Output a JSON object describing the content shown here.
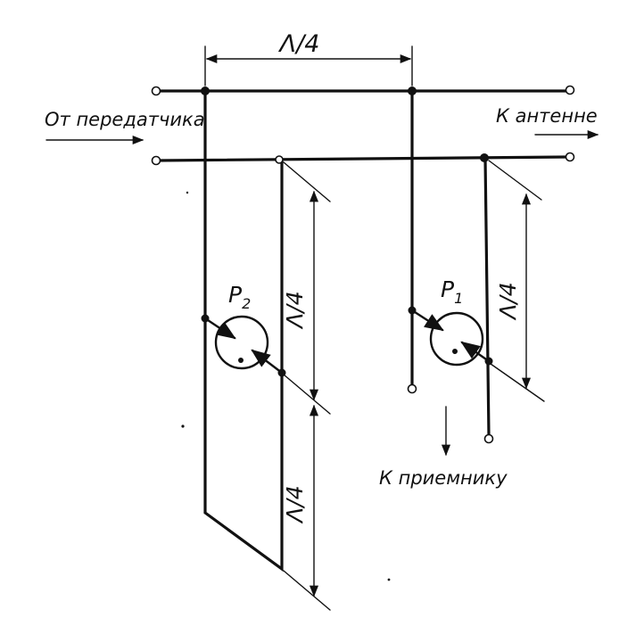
{
  "labels": {
    "from_transmitter": "От передатчика",
    "to_antenna": "К антенне",
    "to_receiver": "К приемнику",
    "lambda_top": "Λ/4",
    "lambda_p2": "Λ/4",
    "lambda_bottom": "Λ/4",
    "lambda_p1": "Λ/4",
    "p2_letter": "P",
    "p2_sub": "2",
    "p1_letter": "P",
    "p1_sub": "1"
  }
}
